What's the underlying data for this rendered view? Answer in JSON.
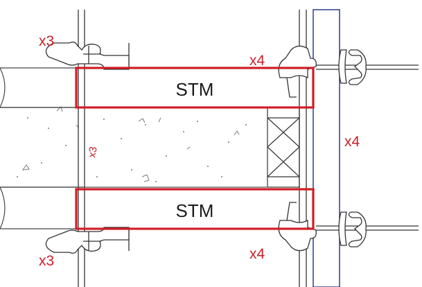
{
  "diagram": {
    "box_top_label": "STM",
    "box_bottom_label": "STM",
    "qty_top_left": "x3",
    "qty_bottom_left": "x3",
    "qty_top_right": "x4",
    "qty_bottom_right": "x4",
    "qty_vertical_right": "x4",
    "qty_rotated_middle": "x3"
  },
  "colors": {
    "annotation": "#c8202a",
    "panel_outline": "#1f2a8c",
    "line": "#3a3a3a"
  }
}
